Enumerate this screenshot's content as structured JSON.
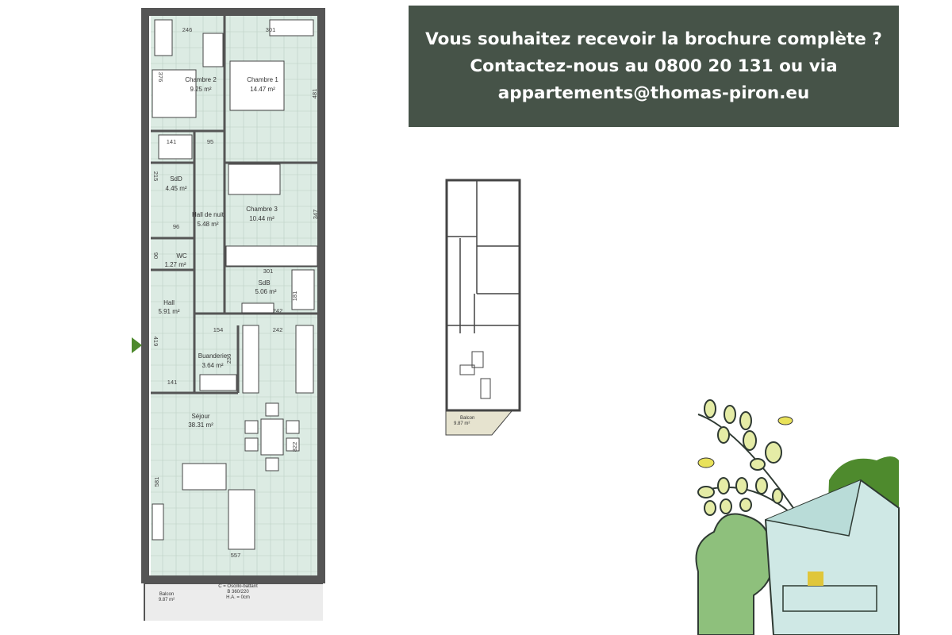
{
  "banner": {
    "line1": "Vous souhaitez recevoir la brochure complète ?",
    "line2": "Contactez-nous au 0800 20 131 ou via",
    "line3": "appartements@thomas-piron.eu"
  },
  "colors": {
    "banner_bg": "#465348",
    "room_fill": "#dcebe3",
    "wall": "#555555",
    "balcony_fill": "#e9e9e9"
  },
  "plan": {
    "rooms": [
      {
        "name": "Chambre 2",
        "area": "9.25 m²"
      },
      {
        "name": "Chambre 1",
        "area": "14.47 m²"
      },
      {
        "name": "SdD",
        "area": "4.45 m²"
      },
      {
        "name": "Hall de nuit",
        "area": "5.48 m²"
      },
      {
        "name": "Chambre 3",
        "area": "10.44 m²"
      },
      {
        "name": "WC",
        "area": "1.27 m²"
      },
      {
        "name": "SdB",
        "area": "5.06 m²"
      },
      {
        "name": "Hall",
        "area": "5.91 m²"
      },
      {
        "name": "Buanderie",
        "area": "3.64 m²"
      },
      {
        "name": "Séjour",
        "area": "38.31 m²"
      },
      {
        "name": "Balcon",
        "area": "9.87 m²"
      }
    ],
    "dimensions": [
      "246",
      "301",
      "376",
      "481",
      "141",
      "95",
      "215",
      "96",
      "347",
      "90",
      "301",
      "181",
      "242",
      "154",
      "242",
      "419",
      "236",
      "141",
      "581",
      "557",
      "822"
    ],
    "window_note": [
      "C = Oscillo-battant",
      "B 360/220",
      "H.A. = 0cm"
    ]
  },
  "mini_plan": {
    "balcony_name": "Balcon",
    "balcony_area": "9.87 m²"
  }
}
